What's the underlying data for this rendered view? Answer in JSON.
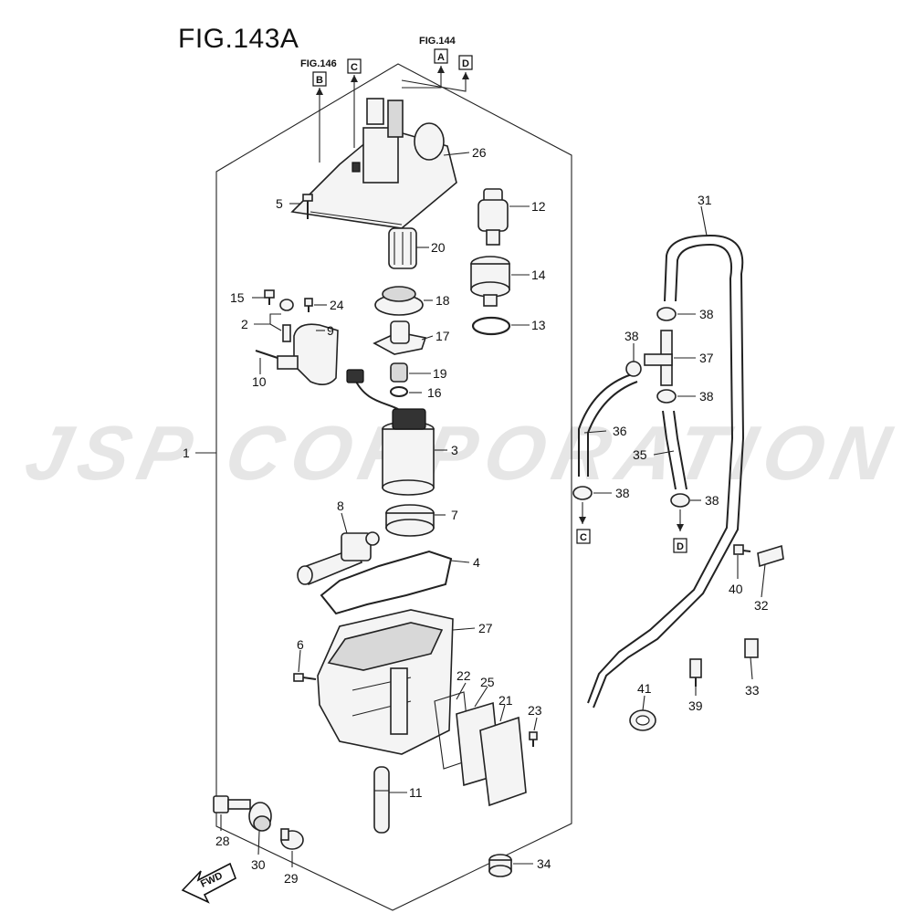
{
  "figure": {
    "title": "FIG.143A",
    "watermark": "JSP CORPORATION",
    "fwd_label": "FWD"
  },
  "refs": {
    "fig146": "FIG.146",
    "fig144": "FIG.144"
  },
  "ref_boxes": {
    "a": "A",
    "b": "B",
    "c": "C",
    "d": "D"
  },
  "callouts": {
    "p1": "1",
    "p2": "2",
    "p3": "3",
    "p4": "4",
    "p5": "5",
    "p6": "6",
    "p7": "7",
    "p8": "8",
    "p9": "9",
    "p10": "10",
    "p11": "11",
    "p12": "12",
    "p13": "13",
    "p14": "14",
    "p15": "15",
    "p16": "16",
    "p17": "17",
    "p18": "18",
    "p19": "19",
    "p20": "20",
    "p21": "21",
    "p22": "22",
    "p23": "23",
    "p24": "24",
    "p25": "25",
    "p26": "26",
    "p27": "27",
    "p28": "28",
    "p29": "29",
    "p30": "30",
    "p31": "31",
    "p32": "32",
    "p33": "33",
    "p34": "34",
    "p35": "35",
    "p36": "36",
    "p37": "37",
    "p38": "38",
    "p39": "39",
    "p40": "40",
    "p41": "41"
  }
}
